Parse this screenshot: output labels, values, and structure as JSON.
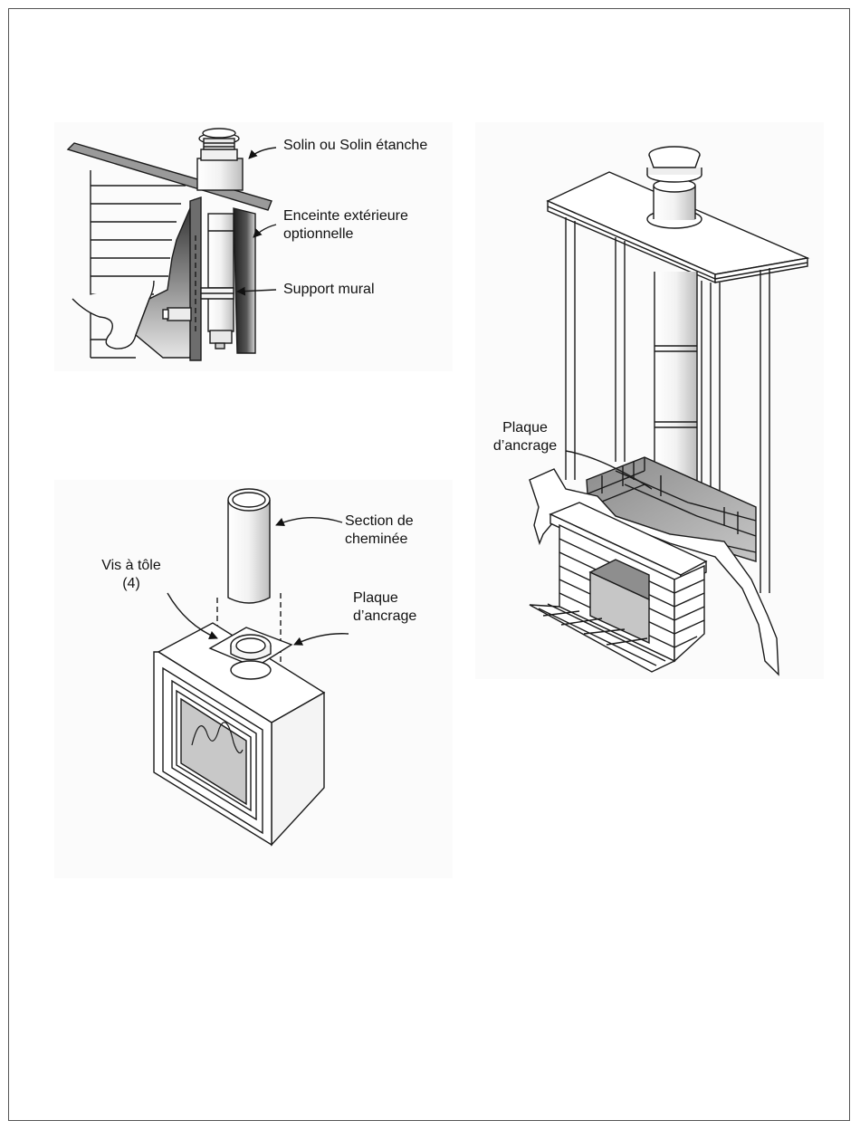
{
  "figure_top": {
    "labels": {
      "flashing": "Solin ou Solin étanche",
      "enclosure_line1": "Enceinte extérieure",
      "enclosure_line2": "optionnelle",
      "wall_support": "Support mural"
    }
  },
  "figure_bottom": {
    "labels": {
      "chimney_section_line1": "Section de",
      "chimney_section_line2": "cheminée",
      "screws_line1": "Vis à tôle",
      "screws_line2": "(4)",
      "anchor_plate_line1": "Plaque",
      "anchor_plate_line2": "d’ancrage"
    }
  },
  "figure_right": {
    "labels": {
      "anchor_plate_line1": "Plaque",
      "anchor_plate_line2": "d’ancrage"
    }
  },
  "colors": {
    "line": "#1a1a1a",
    "shade_dark": "#2b2b2b",
    "shade_mid": "#8a8a8a",
    "shade_light": "#c8c8c8",
    "panel_bg": "#fbfbfb"
  }
}
